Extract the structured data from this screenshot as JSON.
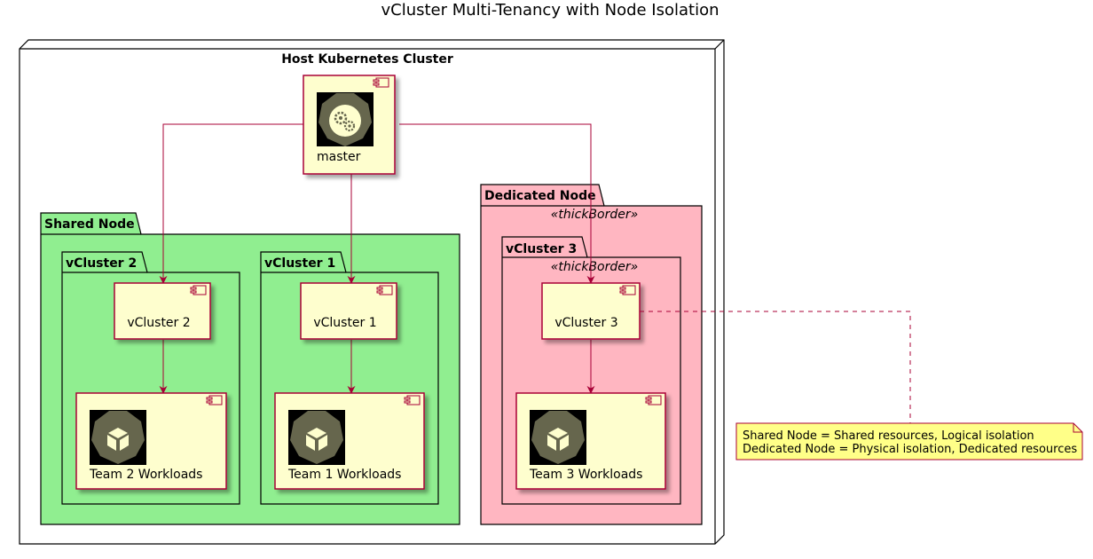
{
  "title": "vCluster Multi-Tenancy with Node Isolation",
  "host": {
    "label": "Host Kubernetes Cluster"
  },
  "master": {
    "label": "master",
    "icon": "kubernetes-master-icon"
  },
  "shared_node": {
    "label": "Shared Node",
    "color": "#90EE90",
    "vcluster2": {
      "package_label": "vCluster 2",
      "component_label": "vCluster 2",
      "workloads_label": "Team 2 Workloads"
    },
    "vcluster1": {
      "package_label": "vCluster 1",
      "component_label": "vCluster 1",
      "workloads_label": "Team 1 Workloads"
    }
  },
  "dedicated_node": {
    "label": "Dedicated Node",
    "stereotype": "«thickBorder»",
    "color": "#FFB6C1",
    "vcluster3": {
      "package_label": "vCluster 3",
      "stereotype": "«thickBorder»",
      "component_label": "vCluster 3",
      "workloads_label": "Team 3 Workloads"
    }
  },
  "note": {
    "line1": "Shared Node = Shared resources, Logical isolation",
    "line2": "Dedicated Node = Physical isolation, Dedicated resources",
    "color": "#FFFF88"
  },
  "colors": {
    "component_fill": "#FEFECE",
    "component_border": "#A80036",
    "arrow": "#A80036",
    "icon_bg": "#66664D",
    "icon_fg": "#FEFECE"
  },
  "workload_icon": "cube-icon"
}
